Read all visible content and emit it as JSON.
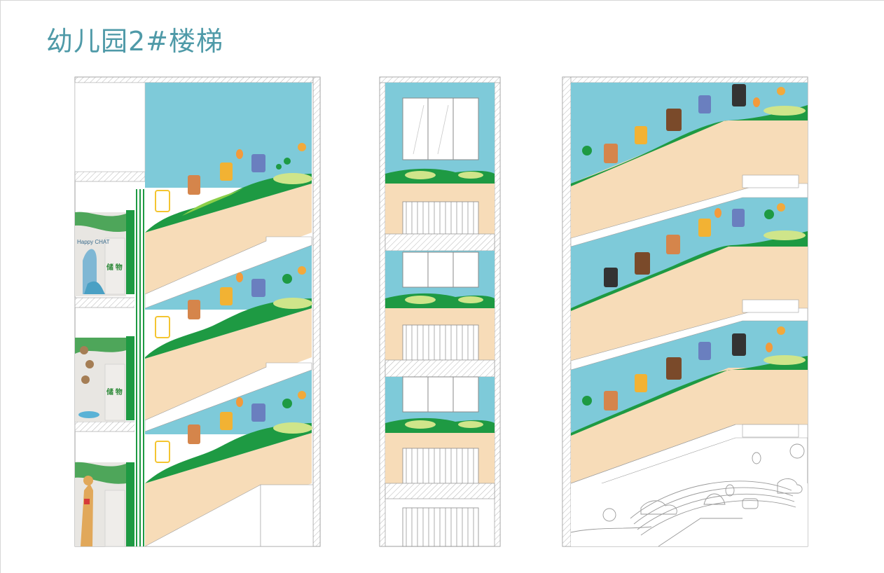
{
  "title": "幼儿园2#楼梯",
  "colors": {
    "title": "#4f9aa8",
    "sky": "#7ecad9",
    "stair_wall": "#f7dcb8",
    "grass_dark": "#1e9a43",
    "grass_mid": "#8ccf49",
    "grass_light": "#cfe58a",
    "wall_hatch": "#b0b0b0",
    "frame": "#cfcfcf"
  },
  "drawings": [
    {
      "name": "left-stair-elevation",
      "floors": 3,
      "wall_decor": "animal-frames"
    },
    {
      "name": "middle-window-elevation",
      "floors": 3,
      "wall_decor": "grass-hills"
    },
    {
      "name": "right-stair-elevation",
      "floors": 3,
      "wall_decor": "animal-frames",
      "ground_floor": "rainbow-line-art"
    }
  ],
  "photo_signs": [
    "Happy CHAT",
    "储 物",
    "储 物"
  ]
}
